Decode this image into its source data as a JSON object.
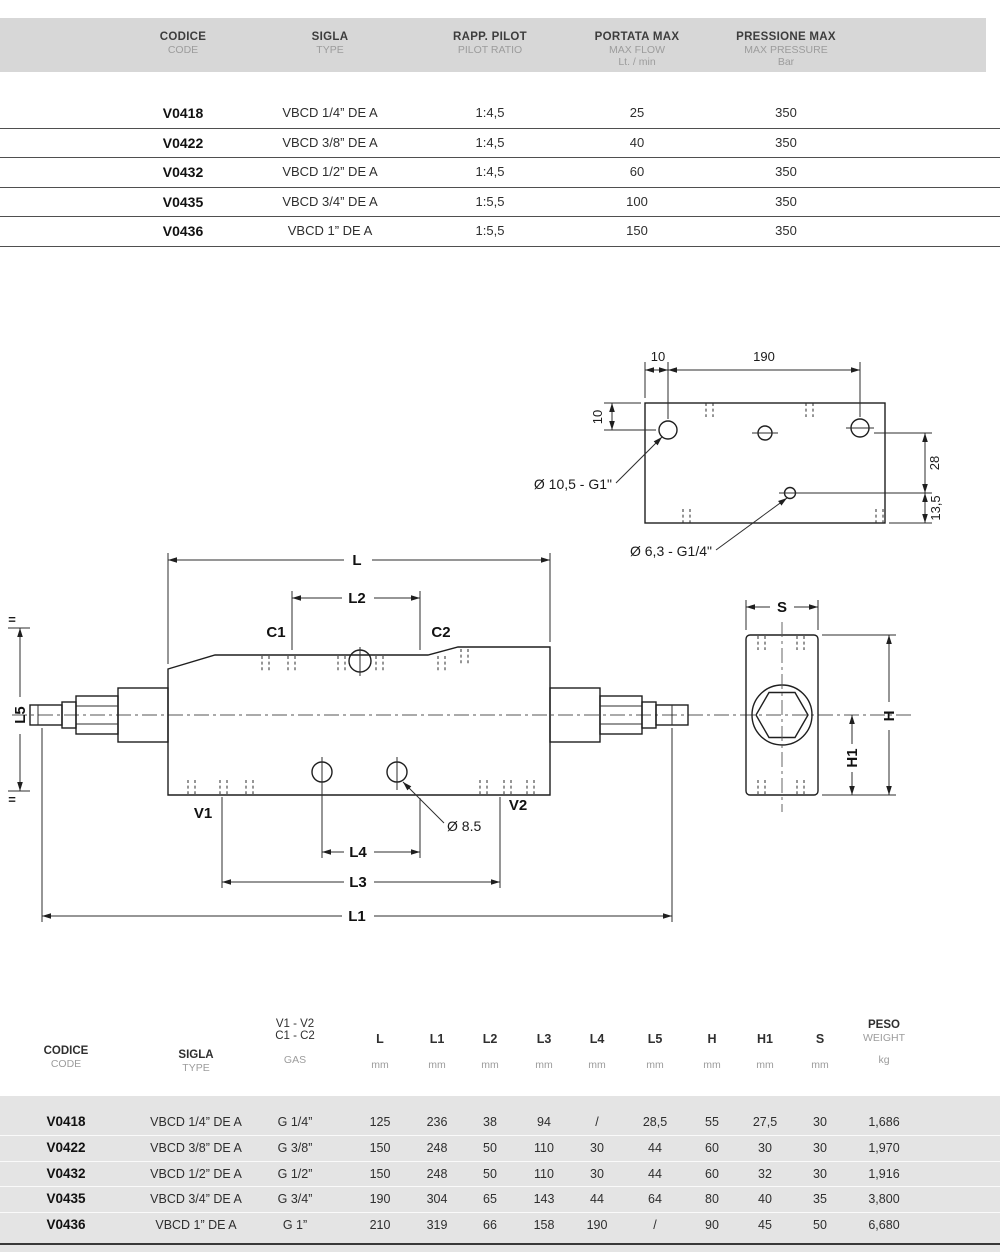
{
  "top_table": {
    "headers": {
      "codice": {
        "l1": "CODICE",
        "l2": "CODE"
      },
      "sigla": {
        "l1": "SIGLA",
        "l2": "TYPE"
      },
      "rapp": {
        "l1": "RAPP. PILOT",
        "l2": "PILOT RATIO"
      },
      "portata": {
        "l1": "PORTATA MAX",
        "l2": "MAX FLOW",
        "l3": "Lt. / min"
      },
      "pressione": {
        "l1": "PRESSIONE MAX",
        "l2": "MAX PRESSURE",
        "l3": "Bar"
      }
    },
    "rows": [
      {
        "code": "V0418",
        "type": "VBCD 1/4” DE A",
        "ratio": "1:4,5",
        "flow": "25",
        "pressure": "350"
      },
      {
        "code": "V0422",
        "type": "VBCD 3/8” DE A",
        "ratio": "1:4,5",
        "flow": "40",
        "pressure": "350"
      },
      {
        "code": "V0432",
        "type": "VBCD 1/2” DE A",
        "ratio": "1:4,5",
        "flow": "60",
        "pressure": "350"
      },
      {
        "code": "V0435",
        "type": "VBCD 3/4” DE A",
        "ratio": "1:5,5",
        "flow": "100",
        "pressure": "350"
      },
      {
        "code": "V0436",
        "type": "VBCD 1” DE A",
        "ratio": "1:5,5",
        "flow": "150",
        "pressure": "350"
      }
    ]
  },
  "drawing": {
    "top_view": {
      "dim_10_top": "10",
      "dim_190": "190",
      "dim_10_left": "10",
      "dim_28": "28",
      "dim_13_5": "13,5",
      "hole_large_label": "Ø 10,5 - G1\"",
      "hole_small_label": "Ø 6,3 - G1/4\""
    },
    "front_view": {
      "dim_l": "L",
      "dim_l1": "L1",
      "dim_l2": "L2",
      "dim_l3": "L3",
      "dim_l4": "L4",
      "dim_l5": "L5",
      "c1": "C1",
      "c2": "C2",
      "v1": "V1",
      "v2": "V2",
      "hole_label": "Ø 8.5",
      "eq_top": "=",
      "eq_bottom": "="
    },
    "side_view": {
      "dim_s": "S",
      "dim_h": "H",
      "dim_h1": "H1"
    }
  },
  "bottom_table": {
    "headers": {
      "codice": {
        "l1": "CODICE",
        "l2": "CODE"
      },
      "sigla": {
        "l1": "SIGLA",
        "l2": "TYPE"
      },
      "gas": {
        "l1": "V1 - V2",
        "l2": "C1 - C2",
        "l3": "GAS"
      },
      "cols": [
        {
          "label": "L",
          "unit": "mm"
        },
        {
          "label": "L1",
          "unit": "mm"
        },
        {
          "label": "L2",
          "unit": "mm"
        },
        {
          "label": "L3",
          "unit": "mm"
        },
        {
          "label": "L4",
          "unit": "mm"
        },
        {
          "label": "L5",
          "unit": "mm"
        },
        {
          "label": "H",
          "unit": "mm"
        },
        {
          "label": "H1",
          "unit": "mm"
        },
        {
          "label": "S",
          "unit": "mm"
        }
      ],
      "peso": {
        "l1": "PESO",
        "l2": "WEIGHT",
        "l3": "kg"
      }
    },
    "rows": [
      {
        "code": "V0418",
        "type": "VBCD 1/4” DE A",
        "gas": "G 1/4”",
        "dims": [
          "125",
          "236",
          "38",
          "94",
          "/",
          "28,5",
          "55",
          "27,5",
          "30"
        ],
        "peso": "1,686"
      },
      {
        "code": "V0422",
        "type": "VBCD 3/8” DE A",
        "gas": "G 3/8”",
        "dims": [
          "150",
          "248",
          "50",
          "110",
          "30",
          "44",
          "60",
          "30",
          "30"
        ],
        "peso": "1,970"
      },
      {
        "code": "V0432",
        "type": "VBCD 1/2” DE A",
        "gas": "G 1/2”",
        "dims": [
          "150",
          "248",
          "50",
          "110",
          "30",
          "44",
          "60",
          "32",
          "30"
        ],
        "peso": "1,916"
      },
      {
        "code": "V0435",
        "type": "VBCD 3/4” DE A",
        "gas": "G 3/4”",
        "dims": [
          "190",
          "304",
          "65",
          "143",
          "44",
          "64",
          "80",
          "40",
          "35"
        ],
        "peso": "3,800"
      },
      {
        "code": "V0436",
        "type": "VBCD 1” DE A",
        "gas": "G 1”",
        "dims": [
          "210",
          "319",
          "66",
          "158",
          "190",
          "/",
          "90",
          "45",
          "50"
        ],
        "peso": "6,680"
      }
    ]
  }
}
